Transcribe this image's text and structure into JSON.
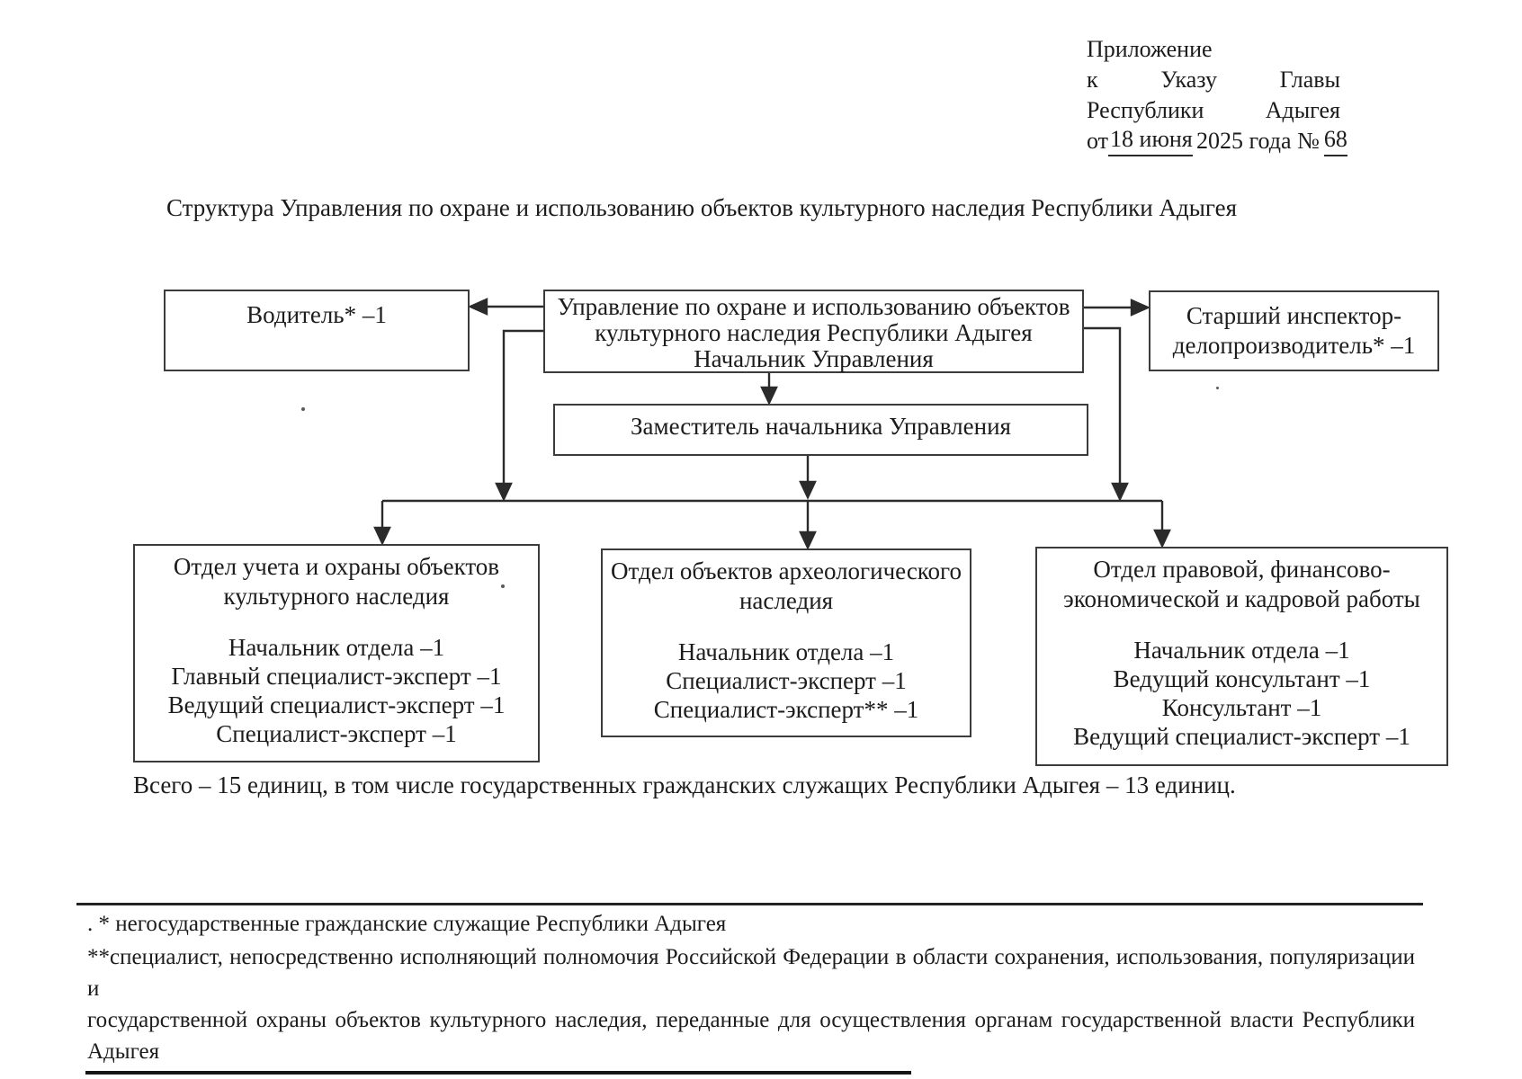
{
  "ink_color": "#1c1c1c",
  "header": {
    "line1": "Приложение",
    "line2": [
      "к",
      "Указу",
      "Главы"
    ],
    "line3": [
      "Республики",
      "Адыгея"
    ],
    "line4": {
      "pre": "от",
      "blank1": "18 июня",
      "mid": "2025 года №",
      "blank2": "68"
    }
  },
  "title": "Структура Управления по охране и использованию объектов культурного наследия Республики Адыгея",
  "org": {
    "driver": {
      "label": "Водитель* –1"
    },
    "root": {
      "lines": [
        "Управление по охране и использованию объектов",
        "культурного наследия Республики Адыгея",
        "Начальник Управления"
      ]
    },
    "clerk": {
      "lines": [
        "Старший инспектор-",
        "делопроизводитель* –1"
      ]
    },
    "deputy": {
      "label": "Заместитель начальника Управления"
    },
    "departments": [
      {
        "title_lines": [
          "Отдел учета и охраны объектов",
          "культурного наследия"
        ],
        "positions": [
          "Начальник отдела –1",
          "Главный специалист-эксперт –1",
          "Ведущий специалист-эксперт –1",
          "Специалист-эксперт –1"
        ]
      },
      {
        "title_lines": [
          "Отдел объектов археологического",
          "наследия"
        ],
        "positions": [
          "Начальник отдела –1",
          "Специалист-эксперт –1",
          "Специалист-эксперт** –1"
        ]
      },
      {
        "title_lines": [
          "Отдел правовой, финансово-",
          "экономической и кадровой работы"
        ],
        "positions": [
          "Начальник отдела –1",
          "Ведущий консультант –1",
          "Консультант –1",
          "Ведущий специалист-эксперт –1"
        ]
      }
    ]
  },
  "total_line": "Всего – 15 единиц, в том числе государственных гражданских служащих Республики Адыгея – 13 единиц.",
  "footnotes": {
    "note1": ". * негосударственные гражданские служащие Республики Адыгея",
    "note2_lines": [
      "**специалист, непосредственно исполняющий полномочия Российской Федерации в области сохранения, использования, популяризации и",
      "государственной охраны объектов культурного наследия, переданные для осуществления органам государственной власти Республики Адыгея"
    ]
  }
}
